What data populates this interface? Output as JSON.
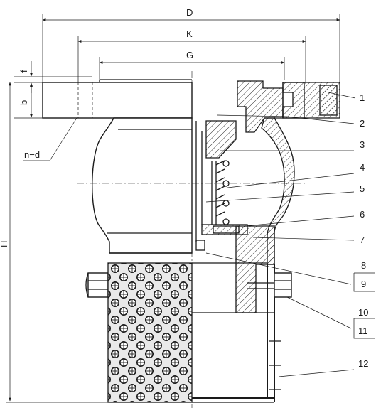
{
  "dimensions": {
    "D": "D",
    "K": "K",
    "G": "G",
    "f": "f",
    "b": "b",
    "H": "H",
    "nd": "n−d"
  },
  "part_numbers": [
    "1",
    "2",
    "3",
    "4",
    "5",
    "6",
    "7",
    "8",
    "9",
    "10",
    "11",
    "12"
  ]
}
